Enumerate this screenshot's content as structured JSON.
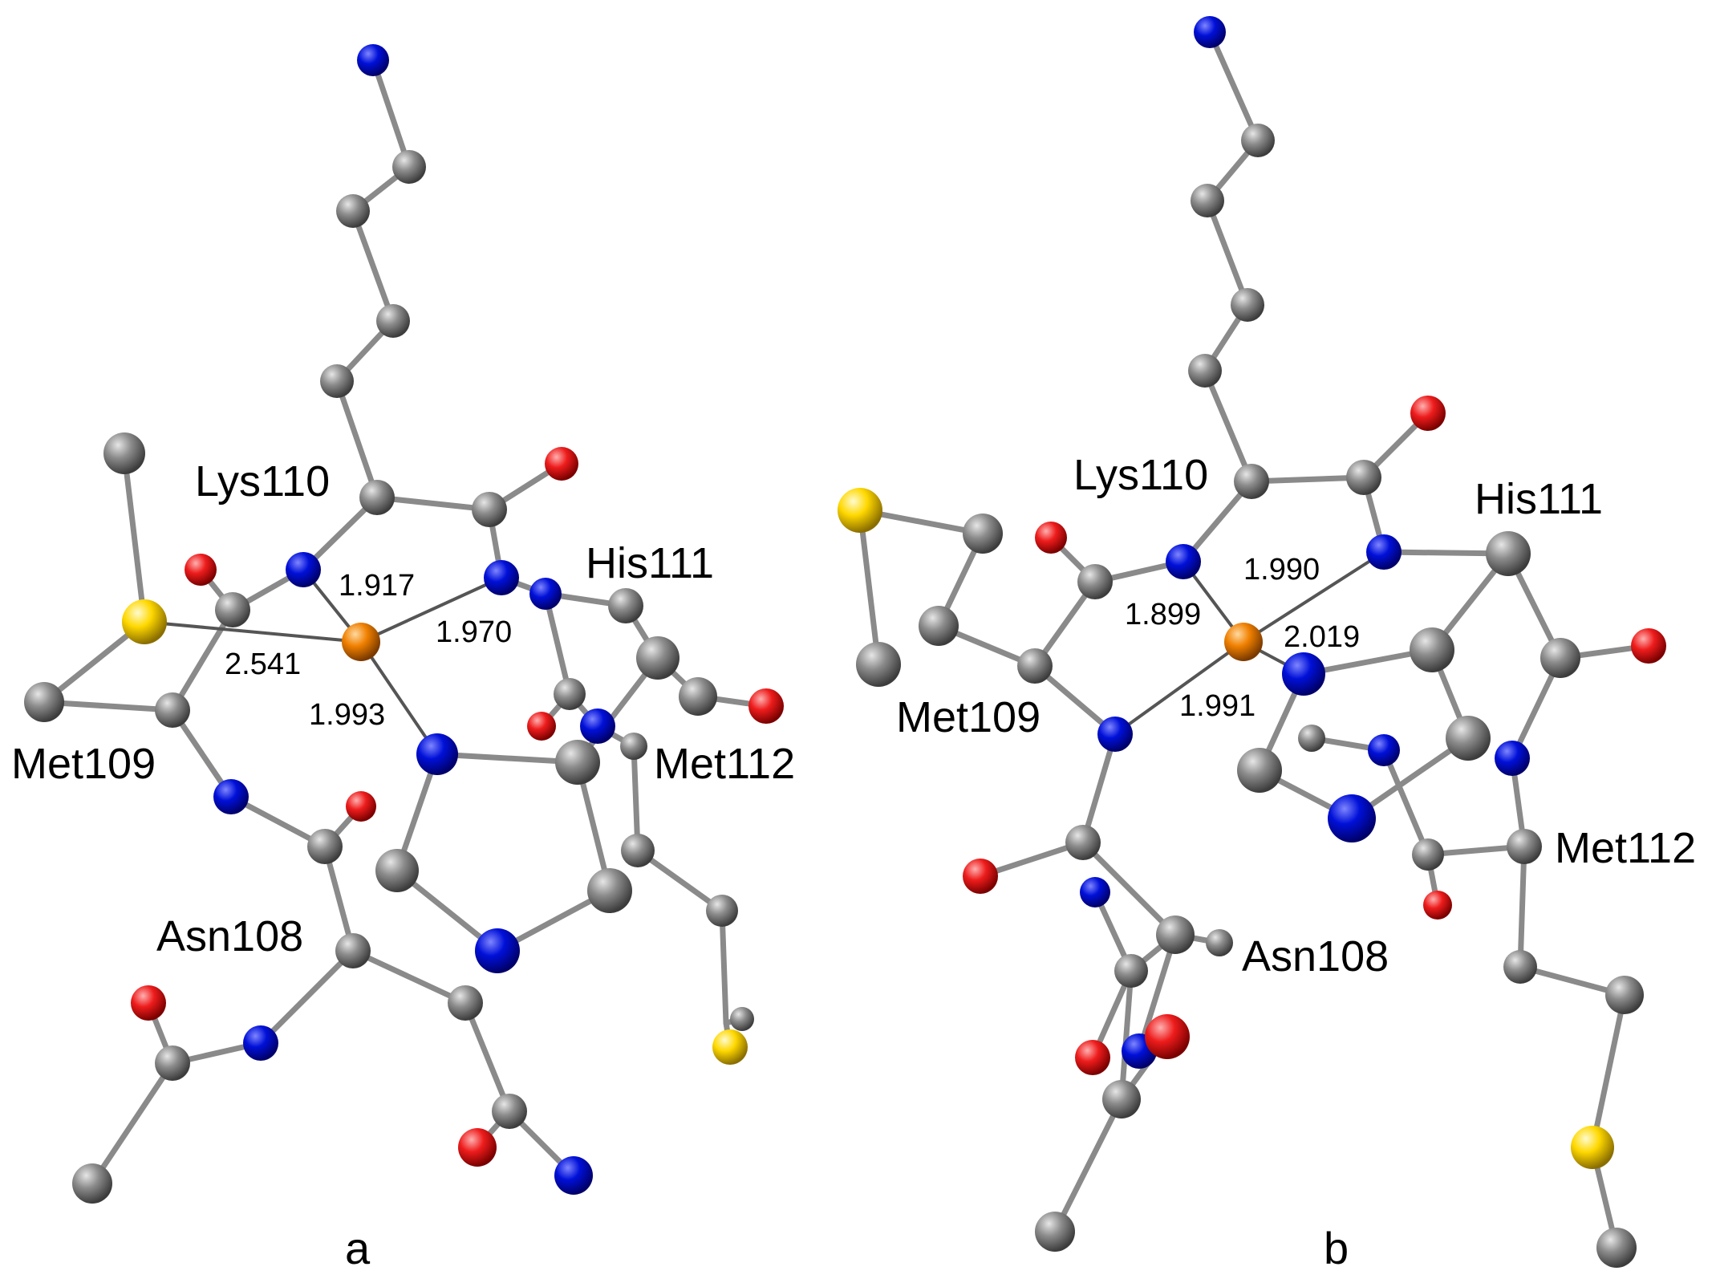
{
  "colors": {
    "carbon": "#7c7c7c",
    "nitrogen": "#0000cc",
    "oxygen": "#e02020",
    "sulfur": "#f2d600",
    "copper": "#f08a00",
    "bond": "#8a8a8a",
    "coord_bond": "#555555"
  },
  "panels": [
    {
      "label": "a",
      "residues": [
        "Lys110",
        "His111",
        "Met109",
        "Met112",
        "Asn108"
      ],
      "distances": [
        "1.917",
        "1.970",
        "2.541",
        "1.993"
      ]
    },
    {
      "label": "b",
      "residues": [
        "Lys110",
        "His111",
        "Met109",
        "Met112",
        "Asn108"
      ],
      "distances": [
        "1.990",
        "1.899",
        "2.019",
        "1.991"
      ]
    }
  ]
}
